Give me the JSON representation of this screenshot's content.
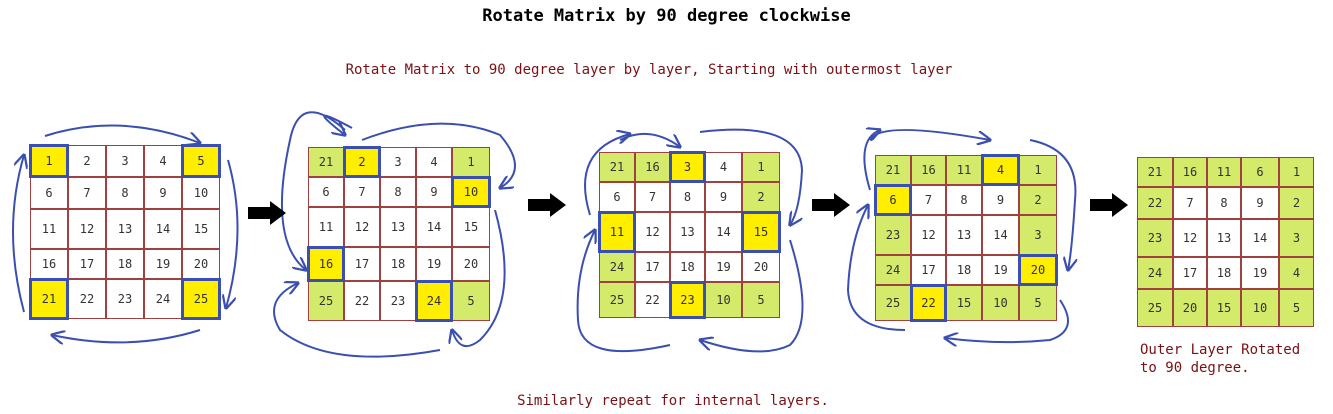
{
  "title": "Rotate Matrix by 90 degree clockwise",
  "subtitle": "Rotate Matrix to 90 degree layer by layer, Starting with outermost layer",
  "footer": "Similarly repeat for internal layers.",
  "note": [
    "Outer Layer Rotated",
    "to 90 degree."
  ],
  "colors": {
    "green": "#d4ea6b",
    "yellow": "#ffee00",
    "highlight_border": "#3a4fb0",
    "arrow": "#3a4fb0",
    "text_red": "#7a1016",
    "grid_line": "#a04040"
  },
  "matrices": [
    {
      "name": "step-1",
      "values": [
        [
          1,
          2,
          3,
          4,
          5
        ],
        [
          6,
          7,
          8,
          9,
          10
        ],
        [
          11,
          12,
          13,
          14,
          15
        ],
        [
          16,
          17,
          18,
          19,
          20
        ],
        [
          21,
          22,
          23,
          24,
          25
        ]
      ],
      "fills": [
        [
          "y",
          "w",
          "w",
          "w",
          "y"
        ],
        [
          "w",
          "w",
          "w",
          "w",
          "w"
        ],
        [
          "w",
          "w",
          "w",
          "w",
          "w"
        ],
        [
          "w",
          "w",
          "w",
          "w",
          "w"
        ],
        [
          "y",
          "w",
          "w",
          "w",
          "y"
        ]
      ],
      "highlighted": [
        [
          0,
          0
        ],
        [
          0,
          4
        ],
        [
          4,
          0
        ],
        [
          4,
          4
        ]
      ]
    },
    {
      "name": "step-2",
      "values": [
        [
          21,
          2,
          3,
          4,
          1
        ],
        [
          6,
          7,
          8,
          9,
          10
        ],
        [
          11,
          12,
          13,
          14,
          15
        ],
        [
          16,
          17,
          18,
          19,
          20
        ],
        [
          25,
          22,
          23,
          24,
          5
        ]
      ],
      "fills": [
        [
          "g",
          "y",
          "w",
          "w",
          "g"
        ],
        [
          "w",
          "w",
          "w",
          "w",
          "y"
        ],
        [
          "w",
          "w",
          "w",
          "w",
          "w"
        ],
        [
          "y",
          "w",
          "w",
          "w",
          "w"
        ],
        [
          "g",
          "w",
          "w",
          "y",
          "g"
        ]
      ],
      "highlighted": [
        [
          0,
          1
        ],
        [
          1,
          4
        ],
        [
          3,
          0
        ],
        [
          4,
          3
        ]
      ]
    },
    {
      "name": "step-3",
      "values": [
        [
          21,
          16,
          3,
          4,
          1
        ],
        [
          6,
          7,
          8,
          9,
          2
        ],
        [
          11,
          12,
          13,
          14,
          15
        ],
        [
          24,
          17,
          18,
          19,
          20
        ],
        [
          25,
          22,
          23,
          10,
          5
        ]
      ],
      "fills": [
        [
          "g",
          "g",
          "y",
          "w",
          "g"
        ],
        [
          "w",
          "w",
          "w",
          "w",
          "g"
        ],
        [
          "y",
          "w",
          "w",
          "w",
          "y"
        ],
        [
          "g",
          "w",
          "w",
          "w",
          "w"
        ],
        [
          "g",
          "w",
          "y",
          "g",
          "g"
        ]
      ],
      "highlighted": [
        [
          0,
          2
        ],
        [
          2,
          0
        ],
        [
          2,
          4
        ],
        [
          4,
          2
        ]
      ]
    },
    {
      "name": "step-4",
      "values": [
        [
          21,
          16,
          11,
          4,
          1
        ],
        [
          6,
          7,
          8,
          9,
          2
        ],
        [
          23,
          12,
          13,
          14,
          3
        ],
        [
          24,
          17,
          18,
          19,
          20
        ],
        [
          25,
          22,
          15,
          10,
          5
        ]
      ],
      "fills": [
        [
          "g",
          "g",
          "g",
          "y",
          "g"
        ],
        [
          "y",
          "w",
          "w",
          "w",
          "g"
        ],
        [
          "g",
          "w",
          "w",
          "w",
          "g"
        ],
        [
          "g",
          "w",
          "w",
          "w",
          "y"
        ],
        [
          "g",
          "y",
          "g",
          "g",
          "g"
        ]
      ],
      "highlighted": [
        [
          0,
          3
        ],
        [
          1,
          0
        ],
        [
          3,
          4
        ],
        [
          4,
          1
        ]
      ]
    },
    {
      "name": "result",
      "values": [
        [
          21,
          16,
          11,
          6,
          1
        ],
        [
          22,
          7,
          8,
          9,
          2
        ],
        [
          23,
          12,
          13,
          14,
          3
        ],
        [
          24,
          17,
          18,
          19,
          4
        ],
        [
          25,
          20,
          15,
          10,
          5
        ]
      ],
      "fills": [
        [
          "g",
          "g",
          "g",
          "g",
          "g"
        ],
        [
          "g",
          "w",
          "w",
          "w",
          "g"
        ],
        [
          "g",
          "w",
          "w",
          "w",
          "g"
        ],
        [
          "g",
          "w",
          "w",
          "w",
          "g"
        ],
        [
          "g",
          "g",
          "g",
          "g",
          "g"
        ]
      ],
      "highlighted": []
    }
  ],
  "step_arrows": [
    "right-arrow",
    "right-arrow",
    "right-arrow",
    "right-arrow"
  ]
}
